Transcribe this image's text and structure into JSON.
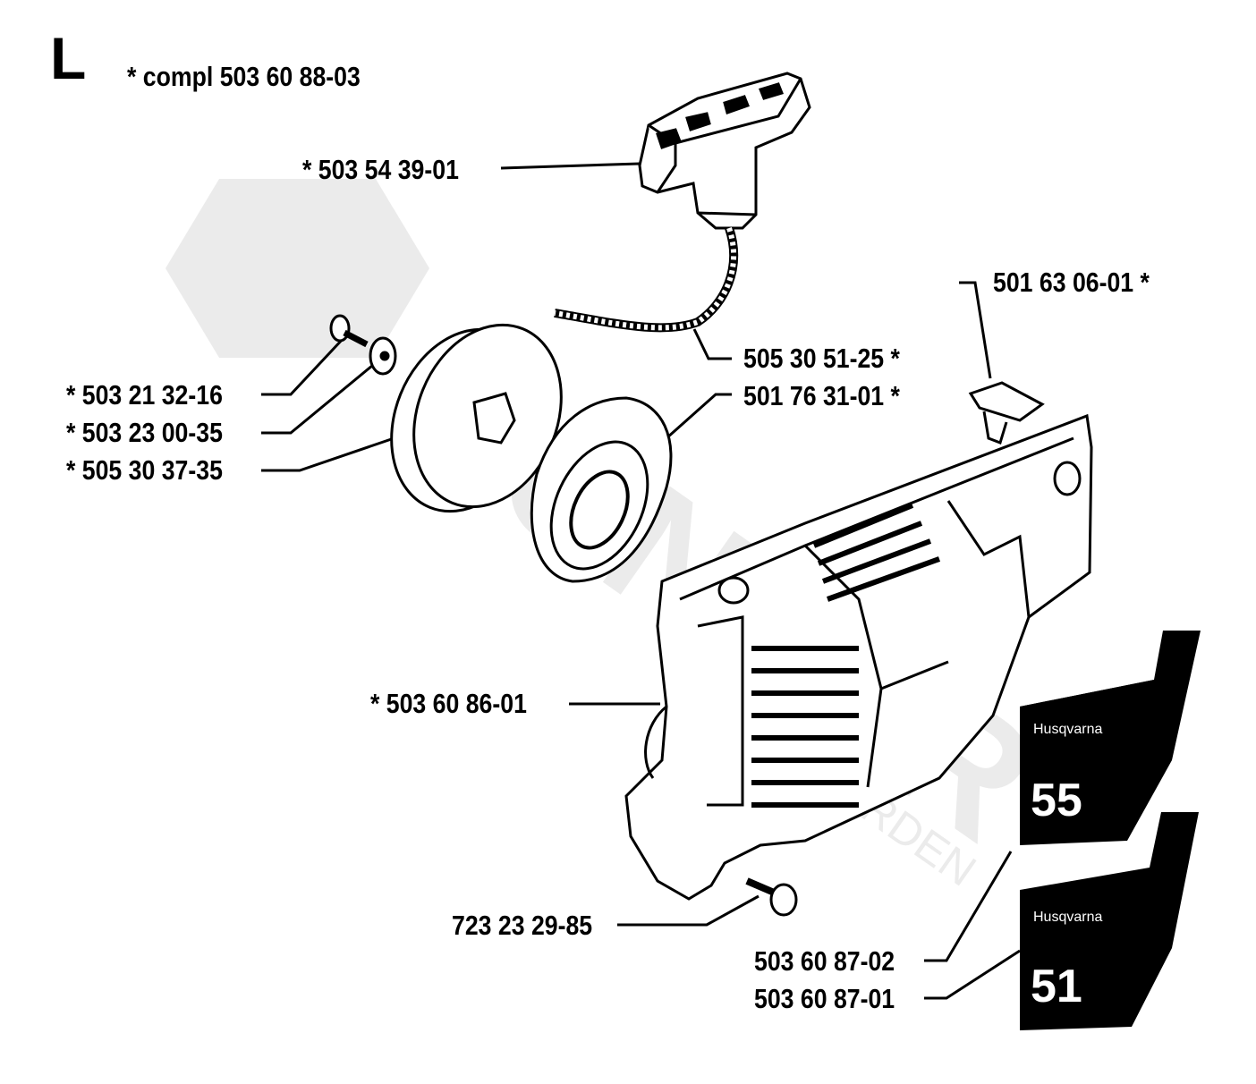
{
  "section": "L",
  "compl": "*  compl 503 60 88-03",
  "parts": {
    "handle": "*  503 54 39-01",
    "rope": "505 30 51-25  *",
    "plug": "501 63 06-01  *",
    "screw_a": "*  503 21 32-16",
    "washer": "*  503 23 00-35",
    "pulley": "*  505 30 37-35",
    "spring_housing": "501 76 31-01  *",
    "starter_cover": "*  503 60 86-01",
    "screw_b": "723 23 29-85",
    "decal_55": "503 60 87-02",
    "decal_51": "503 60 87-01"
  },
  "decals": {
    "decal_55": {
      "brand": "Husqvarna",
      "model": "55"
    },
    "decal_51": {
      "brand": "Husqvarna",
      "model": "51"
    }
  },
  "watermark": {
    "text": "CONVER",
    "subtext": "BORDEN"
  }
}
